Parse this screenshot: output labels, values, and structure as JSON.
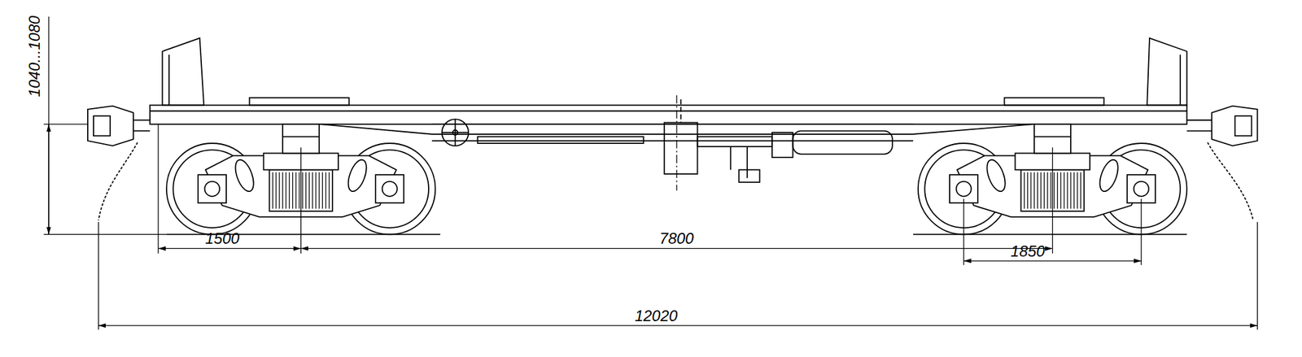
{
  "diagram": {
    "labels": [
      "1040...1080",
      "1500",
      "7800",
      "1850",
      "12020"
    ]
  }
}
